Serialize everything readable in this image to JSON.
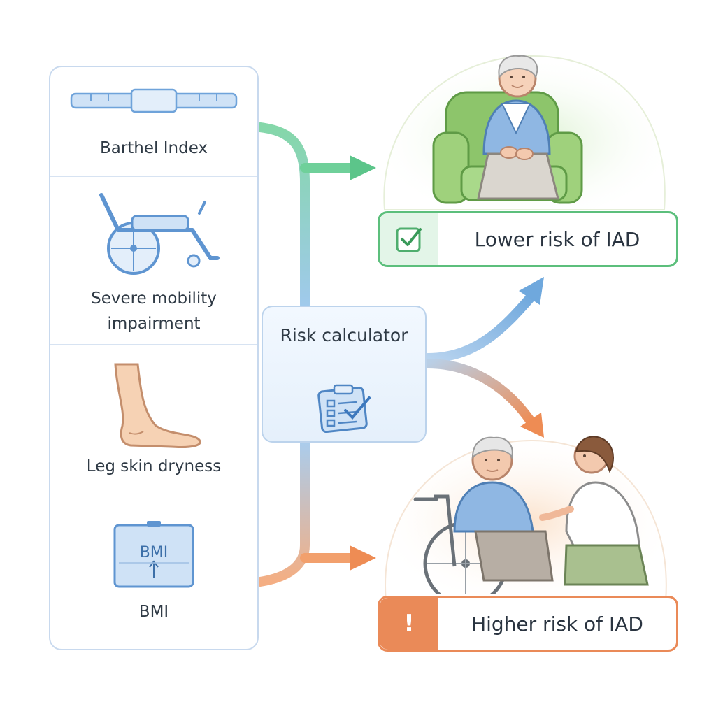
{
  "factors": [
    {
      "label": "Barthel Index",
      "icon": "barthel-scale-icon"
    },
    {
      "label": "Severe mobility impairment",
      "icon": "wheelchair-icon"
    },
    {
      "label": "Leg skin dryness",
      "icon": "leg-foot-icon"
    },
    {
      "label": "BMI",
      "icon": "bmi-scale-icon",
      "icon_text": "BMI"
    }
  ],
  "calculator": {
    "label": "Risk calculator",
    "icon": "clipboard-checklist-icon"
  },
  "outcomes": {
    "lower": {
      "label": "Lower risk of IAD",
      "icon": "checkbox-check-icon"
    },
    "higher": {
      "label": "Higher risk of IAD",
      "icon": "exclamation-icon",
      "icon_text": "!"
    }
  },
  "colors": {
    "panel_border": "#c8d9ee",
    "icon_blue": "#6fa3da",
    "lower_green": "#5cbf7c",
    "higher_orange": "#ea8a58",
    "text": "#2f3a45"
  },
  "scenes": {
    "lower": "seated-elderly-woman-armchair-illustration",
    "higher": "elderly-man-wheelchair-with-caregiver-illustration"
  }
}
